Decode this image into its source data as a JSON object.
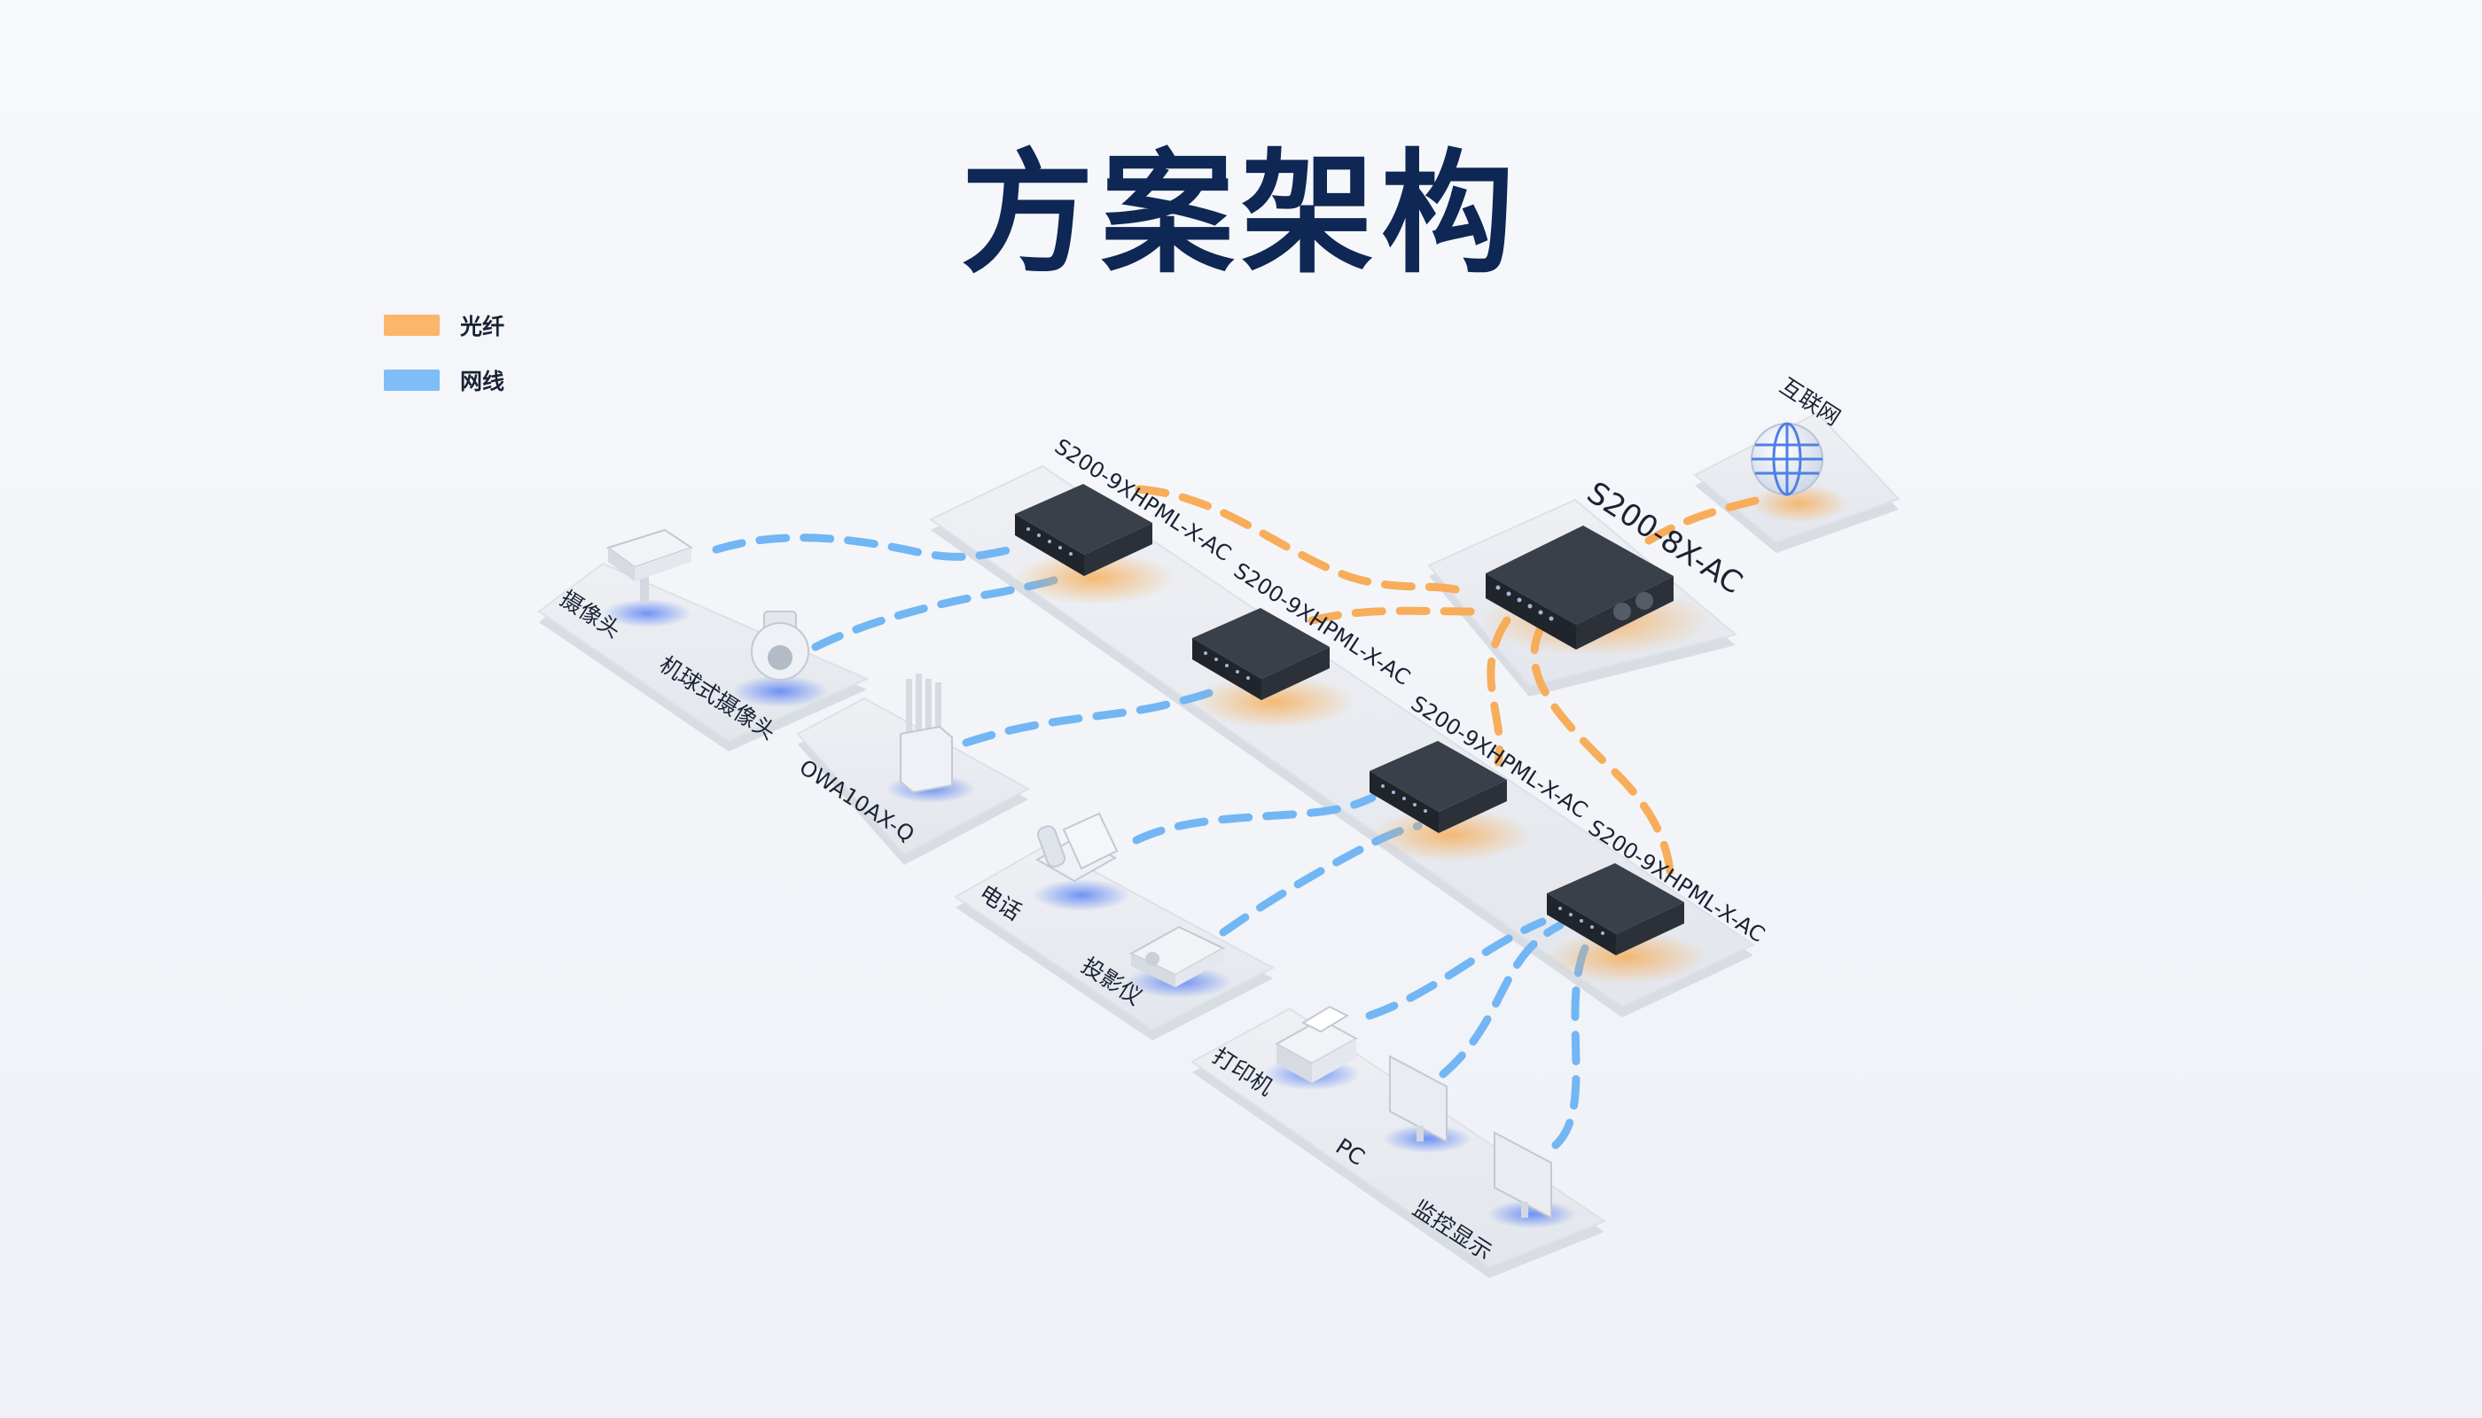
{
  "title": "方案架构",
  "legend": {
    "fiber": {
      "label": "光纤",
      "color": "#fbb66b"
    },
    "ethernet": {
      "label": "网线",
      "color": "#7fbdf6"
    }
  },
  "colors": {
    "fiber": "#f7ad5a",
    "ethernet": "#72b6f4",
    "switch_body": "#2a2f37",
    "platform": "#e9ebef",
    "glow_orange": "#f8a84a",
    "glow_blue": "#3b6cf6"
  },
  "nodes": {
    "internet": "互联网",
    "core_switch": "S200-8X-AC",
    "access_switch_1": "S200-9XHPML-X-AC",
    "access_switch_2": "S200-9XHPML-X-AC",
    "access_switch_3": "S200-9XHPML-X-AC",
    "access_switch_4": "S200-9XHPML-X-AC",
    "camera": "摄像头",
    "dome_camera": "机球式摄像头",
    "ap": "OWA10AX-Q",
    "phone": "电话",
    "projector": "投影仪",
    "printer": "打印机",
    "pc": "PC",
    "monitor_display": "监控显示"
  }
}
